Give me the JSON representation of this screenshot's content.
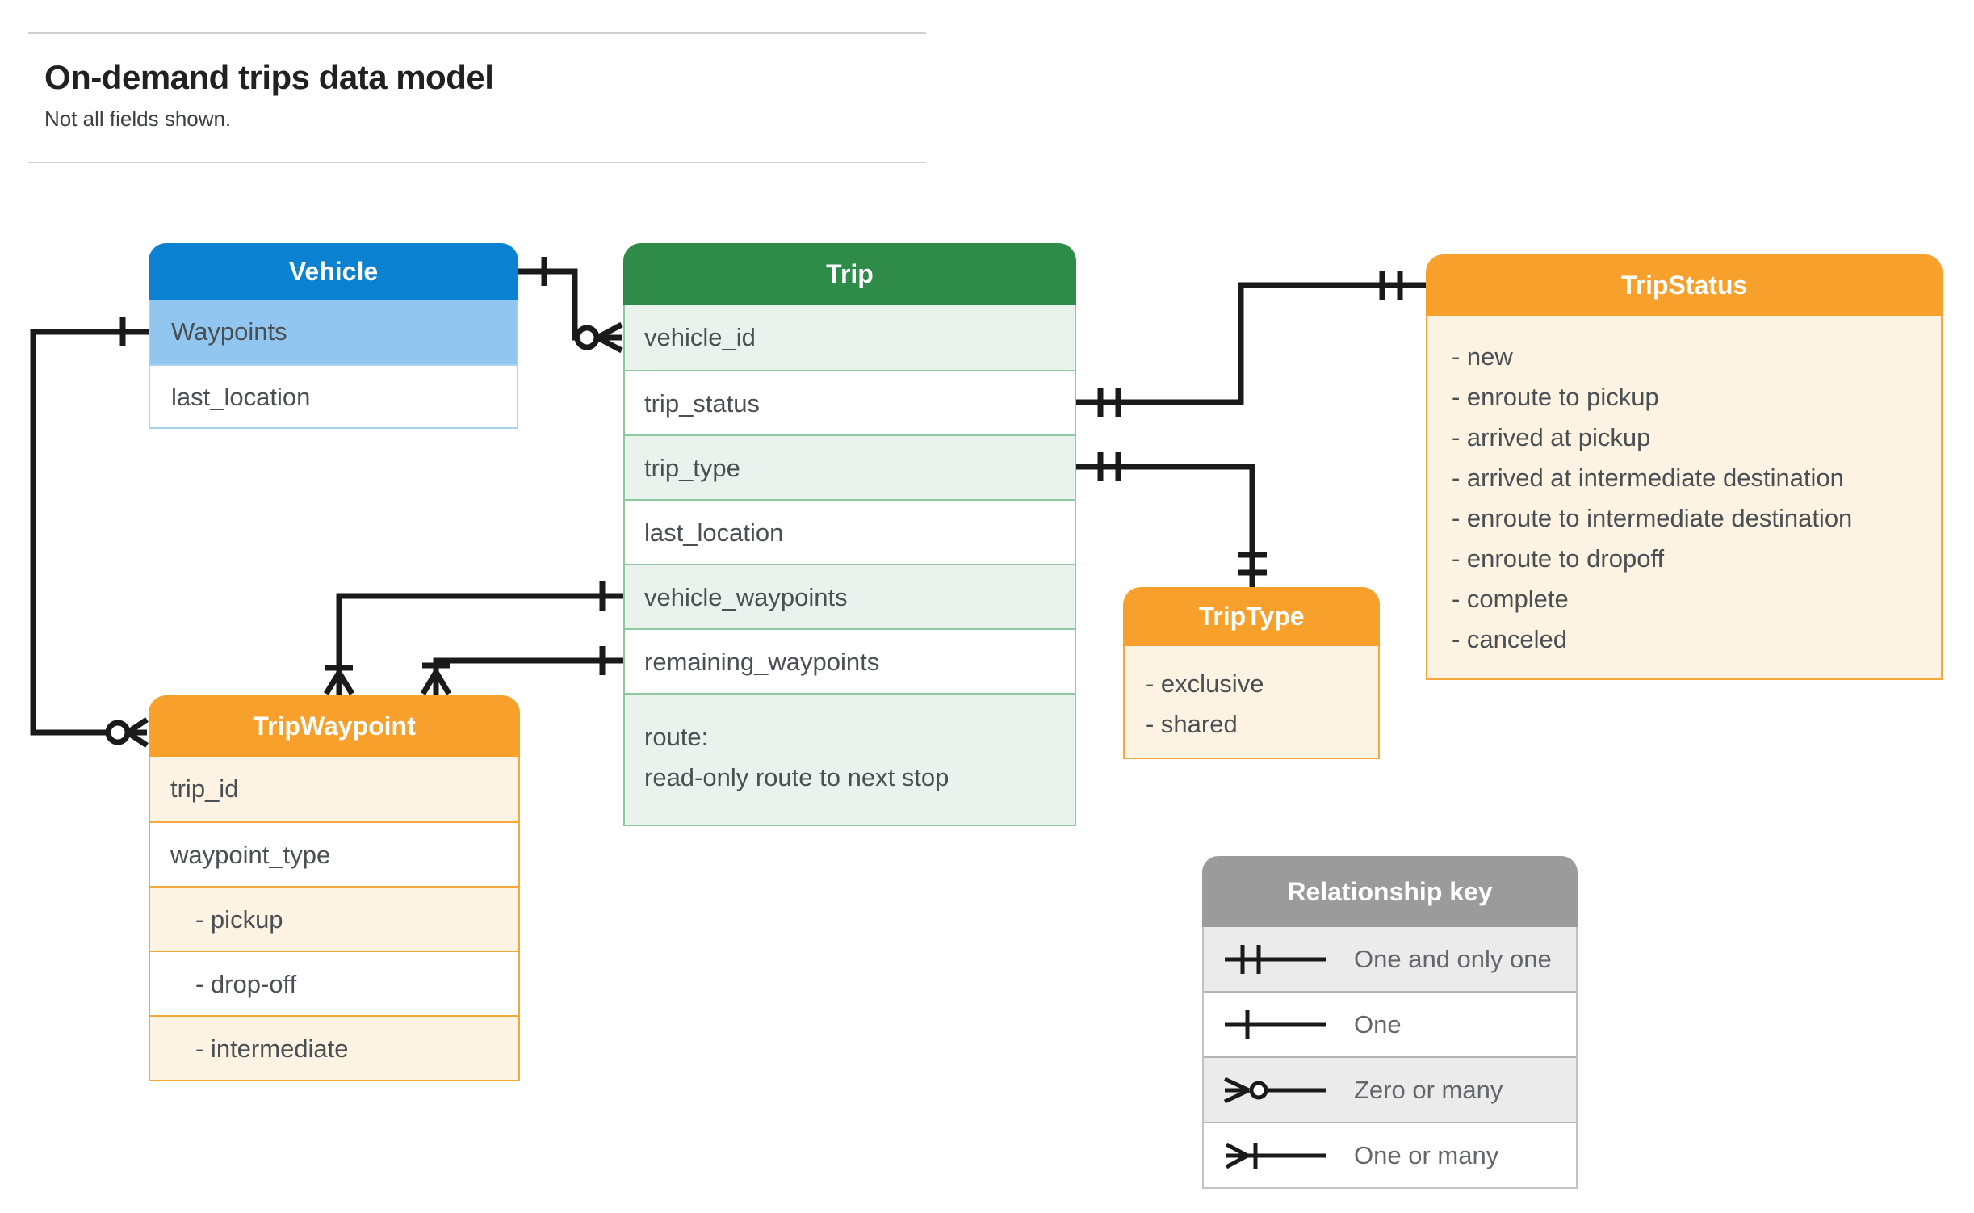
{
  "header": {
    "title": "On-demand trips data model",
    "subtitle": "Not all fields shown."
  },
  "entities": {
    "vehicle": {
      "title": "Vehicle",
      "fields": [
        "Waypoints",
        "last_location"
      ]
    },
    "trip": {
      "title": "Trip",
      "fields": [
        "vehicle_id",
        "trip_status",
        "trip_type",
        "last_location",
        "vehicle_waypoints",
        "remaining_waypoints"
      ],
      "route_line1": "route:",
      "route_line2": "read-only route to next stop"
    },
    "trip_status": {
      "title": "TripStatus",
      "items": [
        "- new",
        "- enroute to pickup",
        "- arrived at pickup",
        "- arrived at intermediate destination",
        "- enroute to intermediate destination",
        "- enroute to dropoff",
        "- complete",
        "- canceled"
      ]
    },
    "trip_type": {
      "title": "TripType",
      "items": [
        "- exclusive",
        "- shared"
      ]
    },
    "trip_waypoint": {
      "title": "TripWaypoint",
      "fields": [
        "trip_id",
        "waypoint_type",
        "- pickup",
        "- drop-off",
        "- intermediate"
      ]
    }
  },
  "relationships": [
    {
      "from": "Vehicle",
      "to": "Trip.vehicle_id",
      "from_cardinality": "one",
      "to_cardinality": "zero-or-many"
    },
    {
      "from": "Trip.trip_status",
      "to": "TripStatus",
      "from_cardinality": "one-and-only-one",
      "to_cardinality": "one-and-only-one"
    },
    {
      "from": "Trip.trip_type",
      "to": "TripType",
      "from_cardinality": "one-and-only-one",
      "to_cardinality": "one-and-only-one"
    },
    {
      "from": "Vehicle.Waypoints",
      "to": "TripWaypoint",
      "from_cardinality": "one",
      "to_cardinality": "zero-or-many"
    },
    {
      "from": "Trip.vehicle_waypoints",
      "to": "TripWaypoint",
      "from_cardinality": "one",
      "to_cardinality": "one-or-many"
    },
    {
      "from": "Trip.remaining_waypoints",
      "to": "TripWaypoint",
      "from_cardinality": "one",
      "to_cardinality": "one-or-many"
    }
  ],
  "legend": {
    "title": "Relationship key",
    "rows": [
      {
        "symbol": "one-and-only-one-icon",
        "label": "One and only one"
      },
      {
        "symbol": "one-icon",
        "label": "One"
      },
      {
        "symbol": "zero-or-many-icon",
        "label": "Zero or many"
      },
      {
        "symbol": "one-or-many-icon",
        "label": "One or many"
      }
    ]
  },
  "colors": {
    "vehicle_header": "#0b81d2",
    "vehicle_row_highlight": "#90c6f0",
    "trip_header": "#2e8b48",
    "trip_row_highlight": "#e9f2ec",
    "orange_header": "#f7a02b",
    "orange_row_highlight": "#fcf3e2",
    "key_header": "#9b9b9b",
    "key_row_highlight": "#ebebeb",
    "connector": "#1a1a1a"
  }
}
